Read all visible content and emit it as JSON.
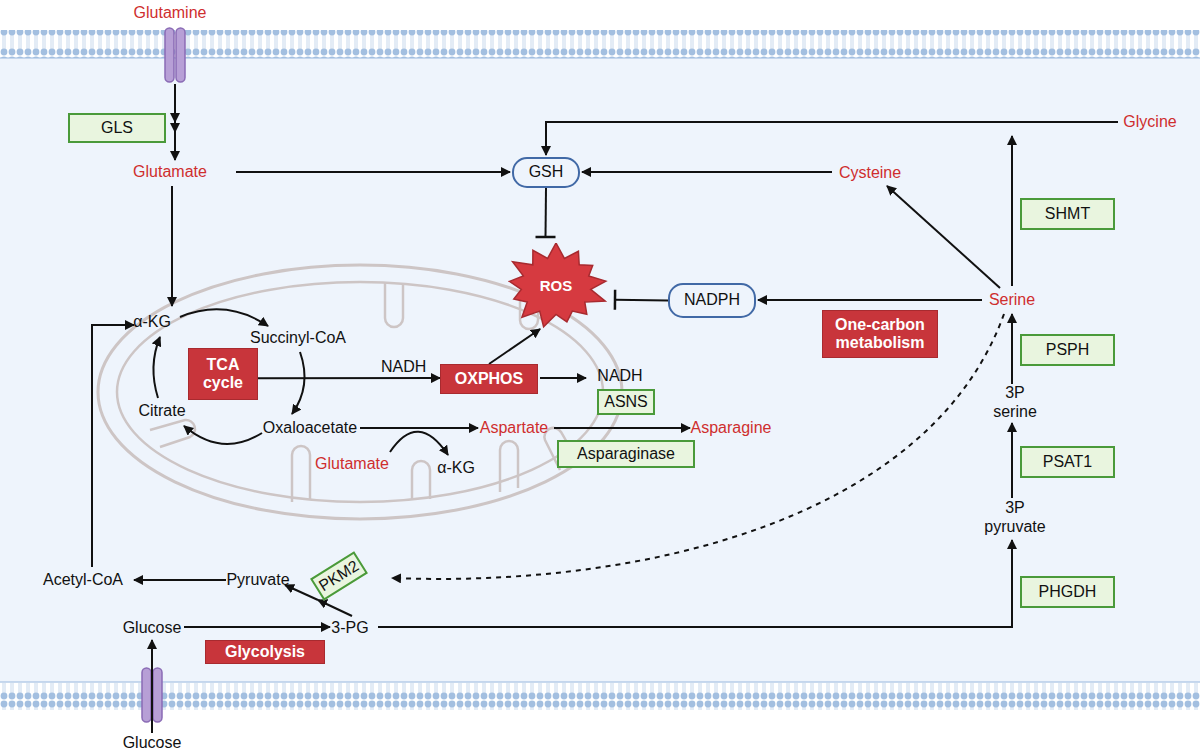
{
  "diagram": {
    "nodes": [
      {
        "text": [
          "GLS"
        ]
      },
      {
        "text": [
          "GSH"
        ]
      },
      {
        "text": [
          "SHMT"
        ]
      },
      {
        "text": [
          "ROS"
        ]
      },
      {
        "text": [
          "NADPH"
        ]
      },
      {
        "text": [
          "One-carbon metabolism"
        ]
      },
      {
        "text": [
          "PSPH"
        ]
      },
      {
        "text": [
          "TCA cycle"
        ]
      },
      {
        "text": [
          "OXPHOS"
        ]
      },
      {
        "text": [
          "ASNS"
        ]
      },
      {
        "text": [
          "Asparaginase"
        ]
      },
      {
        "text": [
          "PSAT1"
        ]
      },
      {
        "text": [
          "PKM2"
        ]
      },
      {
        "text": [
          "PHGDH"
        ]
      },
      {
        "text": [
          "Glycolysis"
        ]
      }
    ],
    "edges": [
      {
        "from": 7,
        "to": 8,
        "label": "NADH",
        "arrow": "to"
      },
      {
        "from": 8,
        "to": 3,
        "arrow": "to"
      },
      {
        "from": 1,
        "to": 3,
        "arrow": "none"
      },
      {
        "from": 4,
        "to": 3,
        "arrow": "none"
      }
    ],
    "labels": [
      "Glutamine",
      "Glutamate",
      "Glycine",
      "Cysteine",
      "α-KG",
      "Succinyl-CoA",
      "Serine",
      "3P serine",
      "NADH",
      "Citrate",
      "Oxaloacetate",
      "Aspartate",
      "Asparagine",
      "Glutamate",
      "α-KG",
      "3P pyruvate",
      "Acetyl-CoA",
      "Pyruvate",
      "Glucose",
      "3-PG",
      "Glucose"
    ]
  }
}
